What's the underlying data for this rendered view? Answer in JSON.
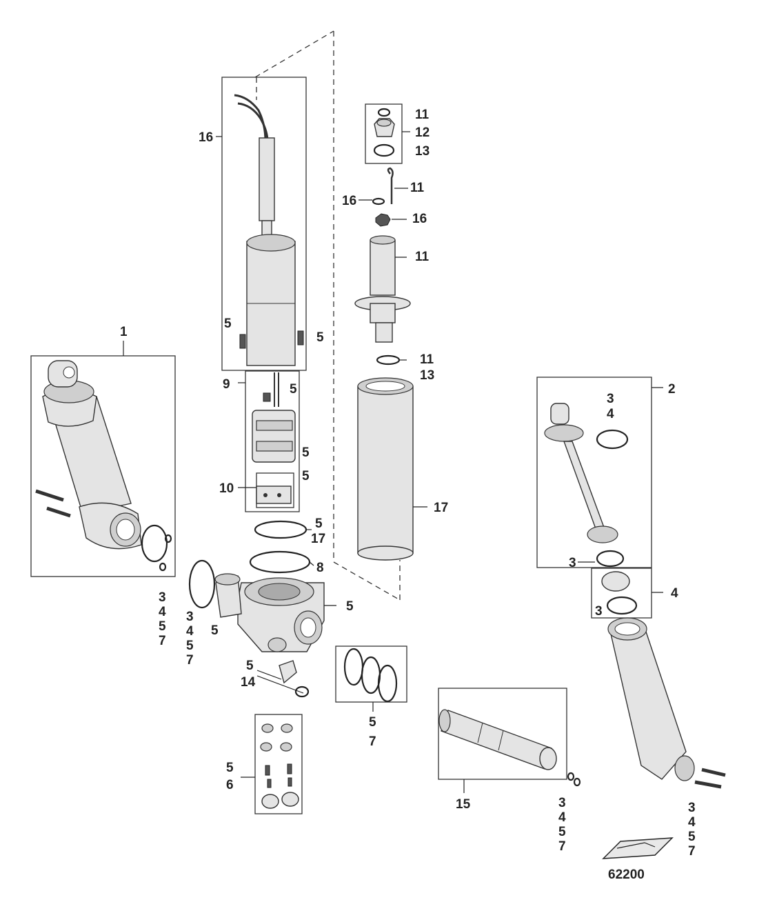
{
  "diagram_number": "62200",
  "callouts": [
    {
      "id": "c-1",
      "text": "1"
    },
    {
      "id": "c-16a",
      "text": "16"
    },
    {
      "id": "c-5a",
      "text": "5"
    },
    {
      "id": "c-5b",
      "text": "5"
    },
    {
      "id": "c-9",
      "text": "9"
    },
    {
      "id": "c-5c",
      "text": "5"
    },
    {
      "id": "c-5d",
      "text": "5"
    },
    {
      "id": "c-5e",
      "text": "5"
    },
    {
      "id": "c-10",
      "text": "10"
    },
    {
      "id": "c-5f",
      "text": "5"
    },
    {
      "id": "c-17a",
      "text": "17"
    },
    {
      "id": "c-8",
      "text": "8"
    },
    {
      "id": "c-5g",
      "text": "5"
    },
    {
      "id": "c-5h",
      "text": "5"
    },
    {
      "id": "c-11a",
      "text": "11"
    },
    {
      "id": "c-12",
      "text": "12"
    },
    {
      "id": "c-13a",
      "text": "13"
    },
    {
      "id": "c-11b",
      "text": "11"
    },
    {
      "id": "c-16b",
      "text": "16"
    },
    {
      "id": "c-16c",
      "text": "16"
    },
    {
      "id": "c-11c",
      "text": "11"
    },
    {
      "id": "c-11d",
      "text": "11"
    },
    {
      "id": "c-13b",
      "text": "13"
    },
    {
      "id": "c-17b",
      "text": "17"
    },
    {
      "id": "c-2",
      "text": "2"
    },
    {
      "id": "c-3a",
      "text": "3"
    },
    {
      "id": "c-4a",
      "text": "4"
    },
    {
      "id": "c-3b",
      "text": "3"
    },
    {
      "id": "c-4b",
      "text": "4"
    },
    {
      "id": "c-3c",
      "text": "3"
    },
    {
      "id": "c-5i",
      "text": "5"
    },
    {
      "id": "c-14",
      "text": "14"
    },
    {
      "id": "c-5j",
      "text": "5"
    },
    {
      "id": "c-7a",
      "text": "7"
    },
    {
      "id": "c-5k",
      "text": "5"
    },
    {
      "id": "c-6",
      "text": "6"
    },
    {
      "id": "c-15",
      "text": "15"
    }
  ],
  "callout_stacks": [
    {
      "id": "s-left",
      "lines": [
        "3",
        "4",
        "5",
        "7"
      ]
    },
    {
      "id": "s-mid",
      "lines": [
        "3",
        "4",
        "5",
        "7"
      ]
    },
    {
      "id": "s-15",
      "lines": [
        "3",
        "4",
        "5",
        "7"
      ]
    },
    {
      "id": "s-right",
      "lines": [
        "3",
        "4",
        "5",
        "7"
      ]
    }
  ]
}
